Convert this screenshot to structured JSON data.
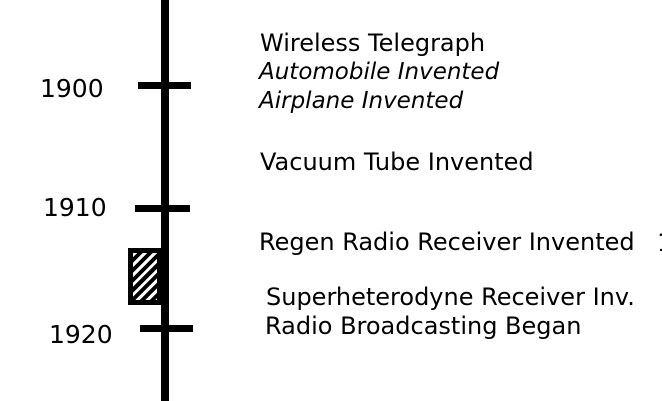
{
  "timeline": {
    "years": [
      {
        "label": "1900"
      },
      {
        "label": "1910"
      },
      {
        "label": "1920"
      }
    ],
    "events": [
      {
        "label": "Wireless Telegraph",
        "style": "normal"
      },
      {
        "label": "Automobile Invented",
        "style": "italic"
      },
      {
        "label": "Airplane Invented",
        "style": "italic"
      },
      {
        "label": "Vacuum Tube Invented",
        "style": "normal"
      },
      {
        "label": "Regen Radio Receiver Invented",
        "style": "normal"
      },
      {
        "label": "Superheterodyne Receiver Inv.",
        "style": "normal"
      },
      {
        "label": "Radio Broadcasting Began",
        "style": "normal"
      }
    ],
    "clipped_text": "1"
  },
  "colors": {
    "line": "#000000",
    "background": "#ffffff"
  }
}
